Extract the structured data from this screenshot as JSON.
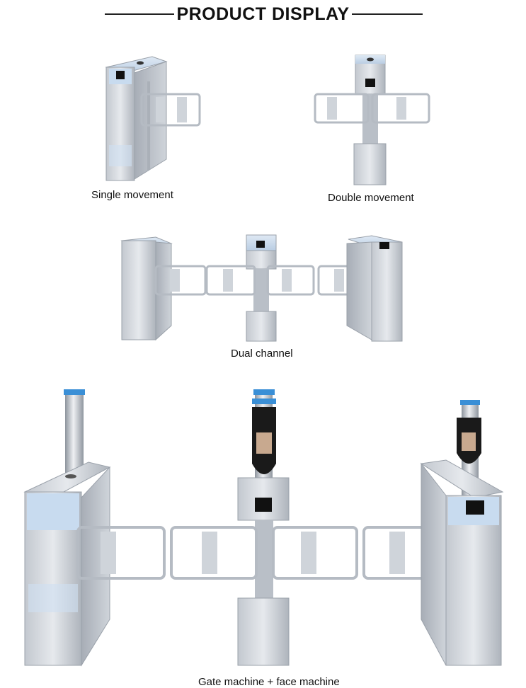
{
  "header": {
    "title": "PRODUCT DISPLAY"
  },
  "products": [
    {
      "caption": "Single movement"
    },
    {
      "caption": "Double movement"
    },
    {
      "caption": "Dual channel"
    },
    {
      "caption": "Gate machine + face machine"
    }
  ],
  "colors": {
    "steel_light": "#d9dde3",
    "steel_mid": "#b9bfc7",
    "steel_dark": "#9aa1aa",
    "top_blue": "#c8dbef",
    "led_blue": "#3a8fd6",
    "reader_black": "#111111"
  }
}
